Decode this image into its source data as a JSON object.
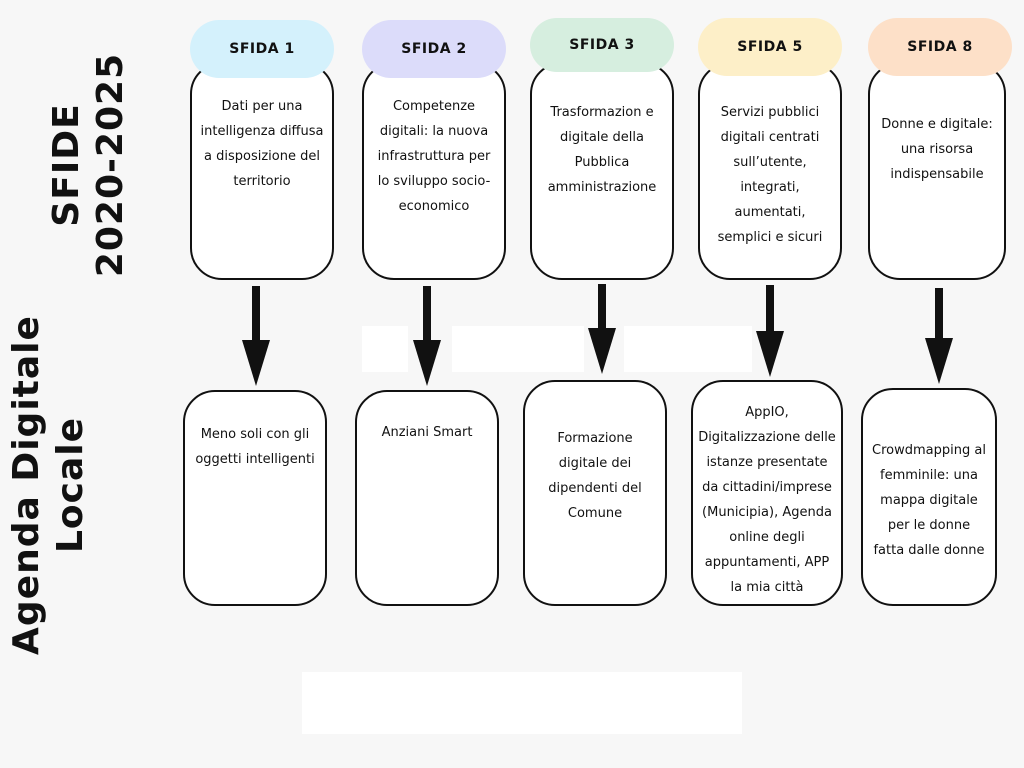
{
  "labels": {
    "sfide_line1": "SFIDE",
    "sfide_line2": "2020-2025",
    "agenda_line1": "Agenda Digitale",
    "agenda_line2": "Locale"
  },
  "colors": {
    "sfida1": "#d4f1fc",
    "sfida2": "#dcdcfa",
    "sfida3": "#d6eedf",
    "sfida5": "#fdefc8",
    "sfida8": "#fde0c8"
  },
  "challenges": [
    {
      "title": "SFIDA 1",
      "text": "Dati per una intelligenza diffusa a disposizione del territorio"
    },
    {
      "title": "SFIDA 2",
      "text": "Competenze digitali: la nuova infrastruttura per lo sviluppo socio-economico"
    },
    {
      "title": "SFIDA 3",
      "text": "Trasformazion e digitale della Pubblica amministrazione"
    },
    {
      "title": "SFIDA 5",
      "text": "Servizi pubblici digitali centrati sull’utente, integrati, aumentati, semplici e sicuri"
    },
    {
      "title": "SFIDA 8",
      "text": "Donne e digitale: una risorsa indispensabile"
    }
  ],
  "actions": [
    {
      "text": "Meno soli con gli oggetti intelligenti"
    },
    {
      "text": "Anziani Smart"
    },
    {
      "text": "Formazione digitale dei dipendenti del Comune"
    },
    {
      "text": "AppIO, Digitalizzazione delle istanze presentate da cittadini/imprese (Municipia), Agenda online degli appuntamenti, APP la mia città"
    },
    {
      "text": "Crowdmapping al femminile: una mappa digitale per le donne fatta dalle donne"
    }
  ]
}
